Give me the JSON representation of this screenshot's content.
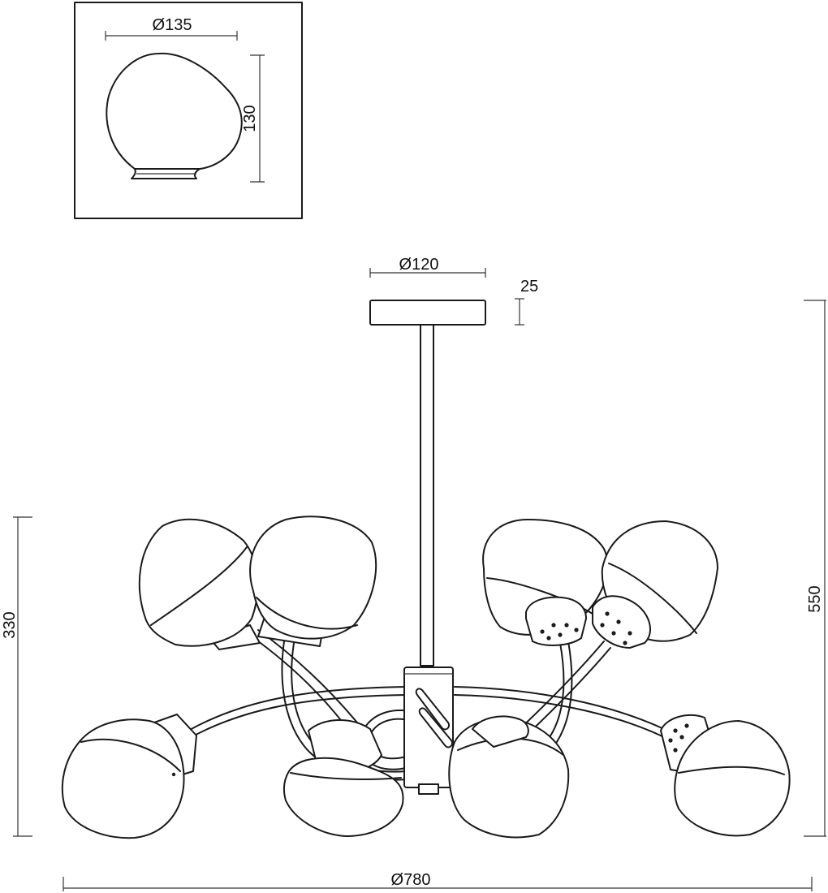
{
  "dimensions": {
    "shade_width": "Ø135",
    "shade_height": "130",
    "canopy_diameter": "Ø120",
    "canopy_height": "25",
    "total_height": "550",
    "body_height": "330",
    "total_diameter": "Ø780"
  }
}
